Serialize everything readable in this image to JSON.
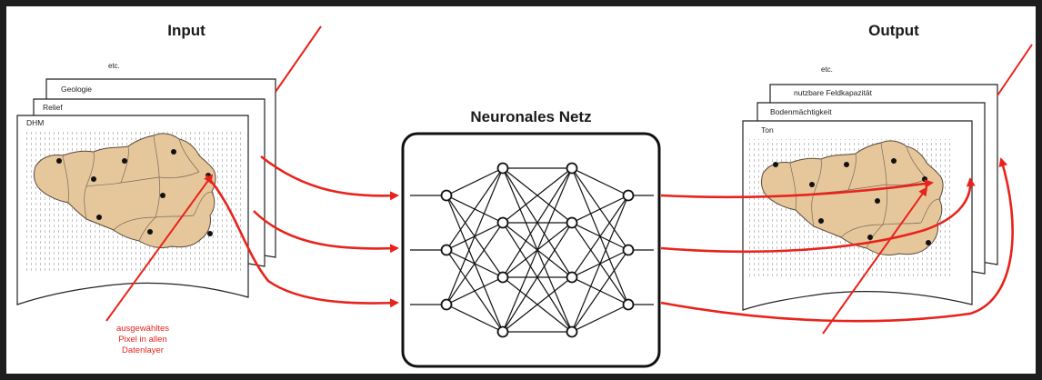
{
  "titles": {
    "input": "Input",
    "output": "Output",
    "network": "Neuronales Netz"
  },
  "input_stack": {
    "etc": "etc.",
    "layers": [
      "Geologie",
      "Relief",
      "DHM"
    ]
  },
  "output_stack": {
    "etc": "etc.",
    "layers": [
      "nutzbare Feldkapazität",
      "Bodenmächtigkeit",
      "Ton"
    ]
  },
  "annotation": {
    "lines": [
      "ausgewähltes",
      "Pixel in allen",
      "Datenlayer"
    ]
  },
  "network": {
    "layer_sizes": [
      3,
      4,
      4,
      3
    ]
  },
  "colors": {
    "arrow": "#e8231b",
    "map_fill": "#e6c79c",
    "map_stroke": "#5a4a3a",
    "frame": "#1e1e1e"
  }
}
